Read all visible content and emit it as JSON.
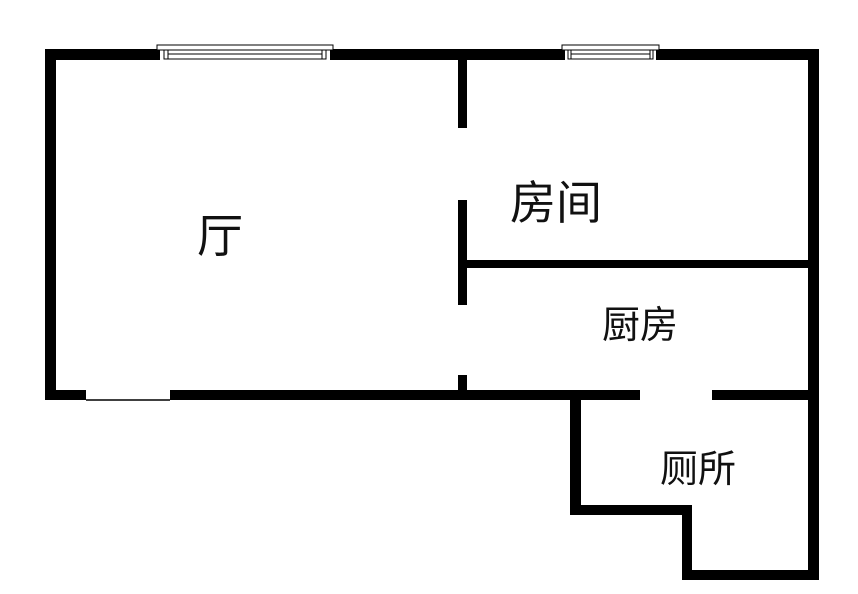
{
  "rooms": {
    "living_room": "厅",
    "bedroom": "房间",
    "kitchen": "厨房",
    "toilet": "厕所"
  },
  "colors": {
    "wall": "#000000",
    "background": "#ffffff"
  }
}
